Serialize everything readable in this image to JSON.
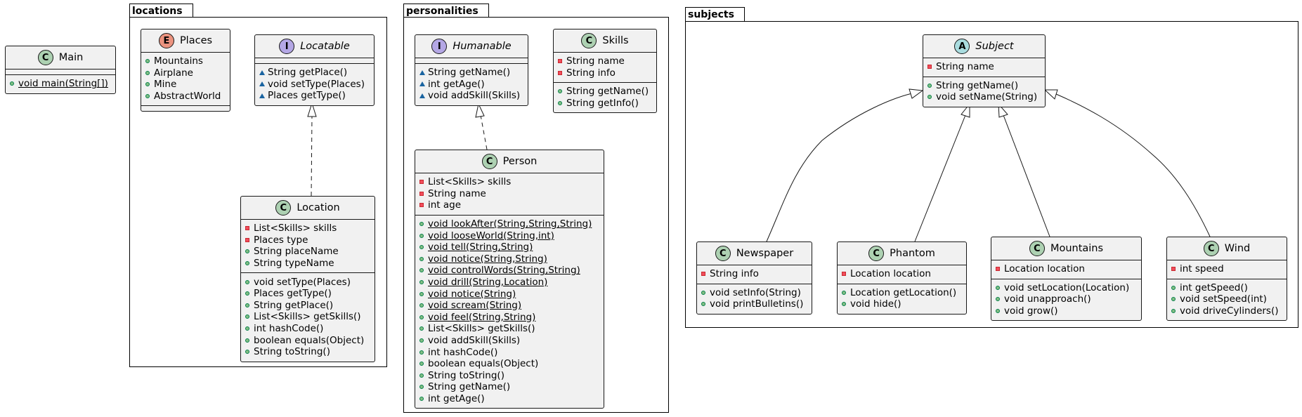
{
  "colors": {
    "class_badge": "#add1b2",
    "interface_badge": "#b4a7e5",
    "enum_badge": "#eb937f",
    "abstract_badge": "#a9dcdf",
    "class_fill": "#f1f1f1"
  },
  "packages": {
    "locations": "locations",
    "personalities": "personalities",
    "subjects": "subjects"
  },
  "classes": {
    "main": {
      "badge": "C",
      "name": "Main",
      "attributes": [],
      "methods": [
        {
          "vis": "public",
          "text": "void main(String[])",
          "static": true
        }
      ]
    },
    "places": {
      "badge": "E",
      "name": "Places",
      "attributes": [
        {
          "vis": "none",
          "text": "Mountains"
        },
        {
          "vis": "none",
          "text": "Airplane"
        },
        {
          "vis": "none",
          "text": "Mine"
        },
        {
          "vis": "none",
          "text": "AbstractWorld"
        }
      ],
      "methods": []
    },
    "locatable": {
      "badge": "I",
      "name": "Locatable",
      "attributes": [],
      "methods": [
        {
          "vis": "package",
          "text": "String getPlace()"
        },
        {
          "vis": "package",
          "text": "void setType(Places)"
        },
        {
          "vis": "package",
          "text": "Places getType()"
        }
      ]
    },
    "location": {
      "badge": "C",
      "name": "Location",
      "attributes": [
        {
          "vis": "private",
          "text": "List<Skills> skills"
        },
        {
          "vis": "private",
          "text": "Places type"
        },
        {
          "vis": "public",
          "text": "String placeName"
        },
        {
          "vis": "public",
          "text": "String typeName"
        }
      ],
      "methods": [
        {
          "vis": "public",
          "text": "void setType(Places)"
        },
        {
          "vis": "public",
          "text": "Places getType()"
        },
        {
          "vis": "public",
          "text": "String getPlace()"
        },
        {
          "vis": "public",
          "text": "List<Skills> getSkills()"
        },
        {
          "vis": "public",
          "text": "int hashCode()"
        },
        {
          "vis": "public",
          "text": "boolean equals(Object)"
        },
        {
          "vis": "public",
          "text": "String toString()"
        }
      ]
    },
    "humanable": {
      "badge": "I",
      "name": "Humanable",
      "attributes": [],
      "methods": [
        {
          "vis": "package",
          "text": "String getName()"
        },
        {
          "vis": "package",
          "text": "int getAge()"
        },
        {
          "vis": "package",
          "text": "void addSkill(Skills)"
        }
      ]
    },
    "skills": {
      "badge": "C",
      "name": "Skills",
      "attributes": [
        {
          "vis": "private",
          "text": "String name"
        },
        {
          "vis": "private",
          "text": "String info"
        }
      ],
      "methods": [
        {
          "vis": "public",
          "text": "String getName()"
        },
        {
          "vis": "public",
          "text": "String getInfo()"
        }
      ]
    },
    "person": {
      "badge": "C",
      "name": "Person",
      "attributes": [
        {
          "vis": "private",
          "text": "List<Skills> skills"
        },
        {
          "vis": "private",
          "text": "String name"
        },
        {
          "vis": "private",
          "text": "int age"
        }
      ],
      "methods": [
        {
          "vis": "public",
          "text": "void lookAfter(String,String,String)",
          "static": true
        },
        {
          "vis": "public",
          "text": "void looseWorld(String,int)",
          "static": true
        },
        {
          "vis": "public",
          "text": "void tell(String,String)",
          "static": true
        },
        {
          "vis": "public",
          "text": "void notice(String,String)",
          "static": true
        },
        {
          "vis": "public",
          "text": "void controlWords(String,String)",
          "static": true
        },
        {
          "vis": "public",
          "text": "void drill(String,Location)",
          "static": true
        },
        {
          "vis": "public",
          "text": "void notice(String)",
          "static": true
        },
        {
          "vis": "public",
          "text": "void scream(String)",
          "static": true
        },
        {
          "vis": "public",
          "text": "void feel(String,String)",
          "static": true
        },
        {
          "vis": "public",
          "text": "List<Skills> getSkills()"
        },
        {
          "vis": "public",
          "text": "void addSkill(Skills)"
        },
        {
          "vis": "public",
          "text": "int hashCode()"
        },
        {
          "vis": "public",
          "text": "boolean equals(Object)"
        },
        {
          "vis": "public",
          "text": "String toString()"
        },
        {
          "vis": "public",
          "text": "String getName()"
        },
        {
          "vis": "public",
          "text": "int getAge()"
        }
      ]
    },
    "subject": {
      "badge": "A",
      "name": "Subject",
      "attributes": [
        {
          "vis": "private",
          "text": "String name"
        }
      ],
      "methods": [
        {
          "vis": "public",
          "text": "String getName()"
        },
        {
          "vis": "public",
          "text": "void setName(String)"
        }
      ]
    },
    "newspaper": {
      "badge": "C",
      "name": "Newspaper",
      "attributes": [
        {
          "vis": "private",
          "text": "String info"
        }
      ],
      "methods": [
        {
          "vis": "public",
          "text": "void setInfo(String)"
        },
        {
          "vis": "public",
          "text": "void printBulletins()"
        }
      ]
    },
    "phantom": {
      "badge": "C",
      "name": "Phantom",
      "attributes": [
        {
          "vis": "private",
          "text": "Location location"
        }
      ],
      "methods": [
        {
          "vis": "public",
          "text": "Location getLocation()"
        },
        {
          "vis": "public",
          "text": "void hide()"
        }
      ]
    },
    "mountains": {
      "badge": "C",
      "name": "Mountains",
      "attributes": [
        {
          "vis": "private",
          "text": "Location location"
        }
      ],
      "methods": [
        {
          "vis": "public",
          "text": "void setLocation(Location)"
        },
        {
          "vis": "public",
          "text": "void unapproach()"
        },
        {
          "vis": "public",
          "text": "void grow()"
        }
      ]
    },
    "wind": {
      "badge": "C",
      "name": "Wind",
      "attributes": [
        {
          "vis": "private",
          "text": "int speed"
        }
      ],
      "methods": [
        {
          "vis": "public",
          "text": "int getSpeed()"
        },
        {
          "vis": "public",
          "text": "void setSpeed(int)"
        },
        {
          "vis": "public",
          "text": "void driveCylinders()"
        }
      ]
    }
  }
}
